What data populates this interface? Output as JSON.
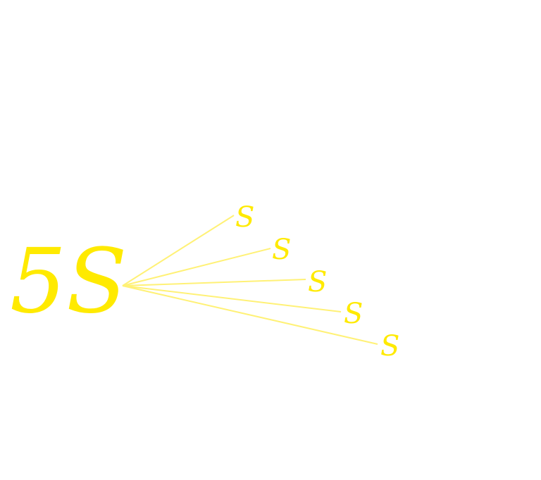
{
  "diagram": {
    "main_label": "5S",
    "branches": [
      {
        "label": "S"
      },
      {
        "label": "S"
      },
      {
        "label": "S"
      },
      {
        "label": "S"
      },
      {
        "label": "S"
      }
    ]
  },
  "colors": {
    "main_text": "#ffea00",
    "branch_text": "#ffea00",
    "line": "#fff176",
    "background": "#ffffff"
  }
}
